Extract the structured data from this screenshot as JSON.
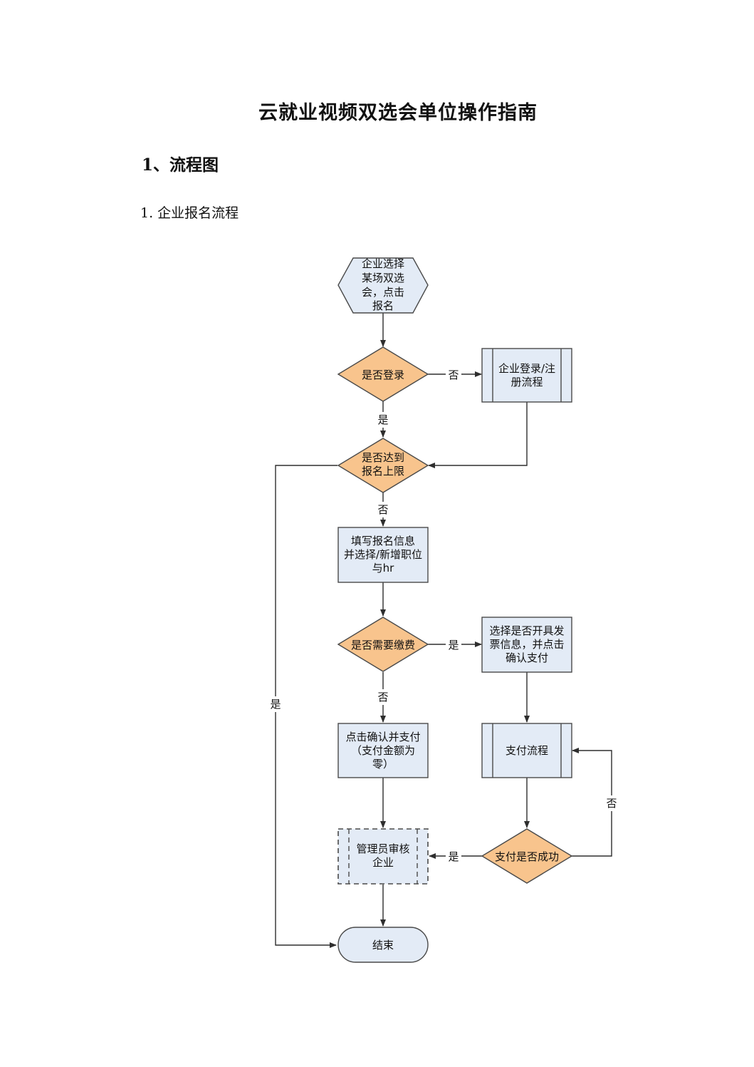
{
  "document": {
    "title": "云就业视频双选会单位操作指南",
    "section_heading": "1、流程图",
    "subsection": "1. 企业报名流程"
  },
  "flowchart": {
    "nodes": {
      "start": [
        "企业选择",
        "某场双选",
        "会，点击",
        "报名"
      ],
      "is_logged_in": [
        "是否登录"
      ],
      "login_register": [
        "企业登录/注",
        "册流程"
      ],
      "limit_reached": [
        "是否达到",
        "报名上限"
      ],
      "fill_info": [
        "填写报名信息",
        "并选择/新增职位",
        "与hr"
      ],
      "need_pay": [
        "是否需要缴费"
      ],
      "invoice": [
        "选择是否开具发",
        "票信息，并点击",
        "确认支付"
      ],
      "confirm_zero": [
        "点击确认并支付",
        "（支付金额为",
        "零）"
      ],
      "pay_flow": [
        "支付流程"
      ],
      "admin_review": [
        "管理员审核",
        "企业"
      ],
      "pay_success": [
        "支付是否成功"
      ],
      "end": [
        "结束"
      ]
    },
    "edge_labels": {
      "login_no": "否",
      "login_yes": "是",
      "limit_no": "否",
      "limit_yes": "是",
      "pay_yes": "是",
      "pay_no": "否",
      "success_yes": "是",
      "success_no": "否"
    }
  }
}
